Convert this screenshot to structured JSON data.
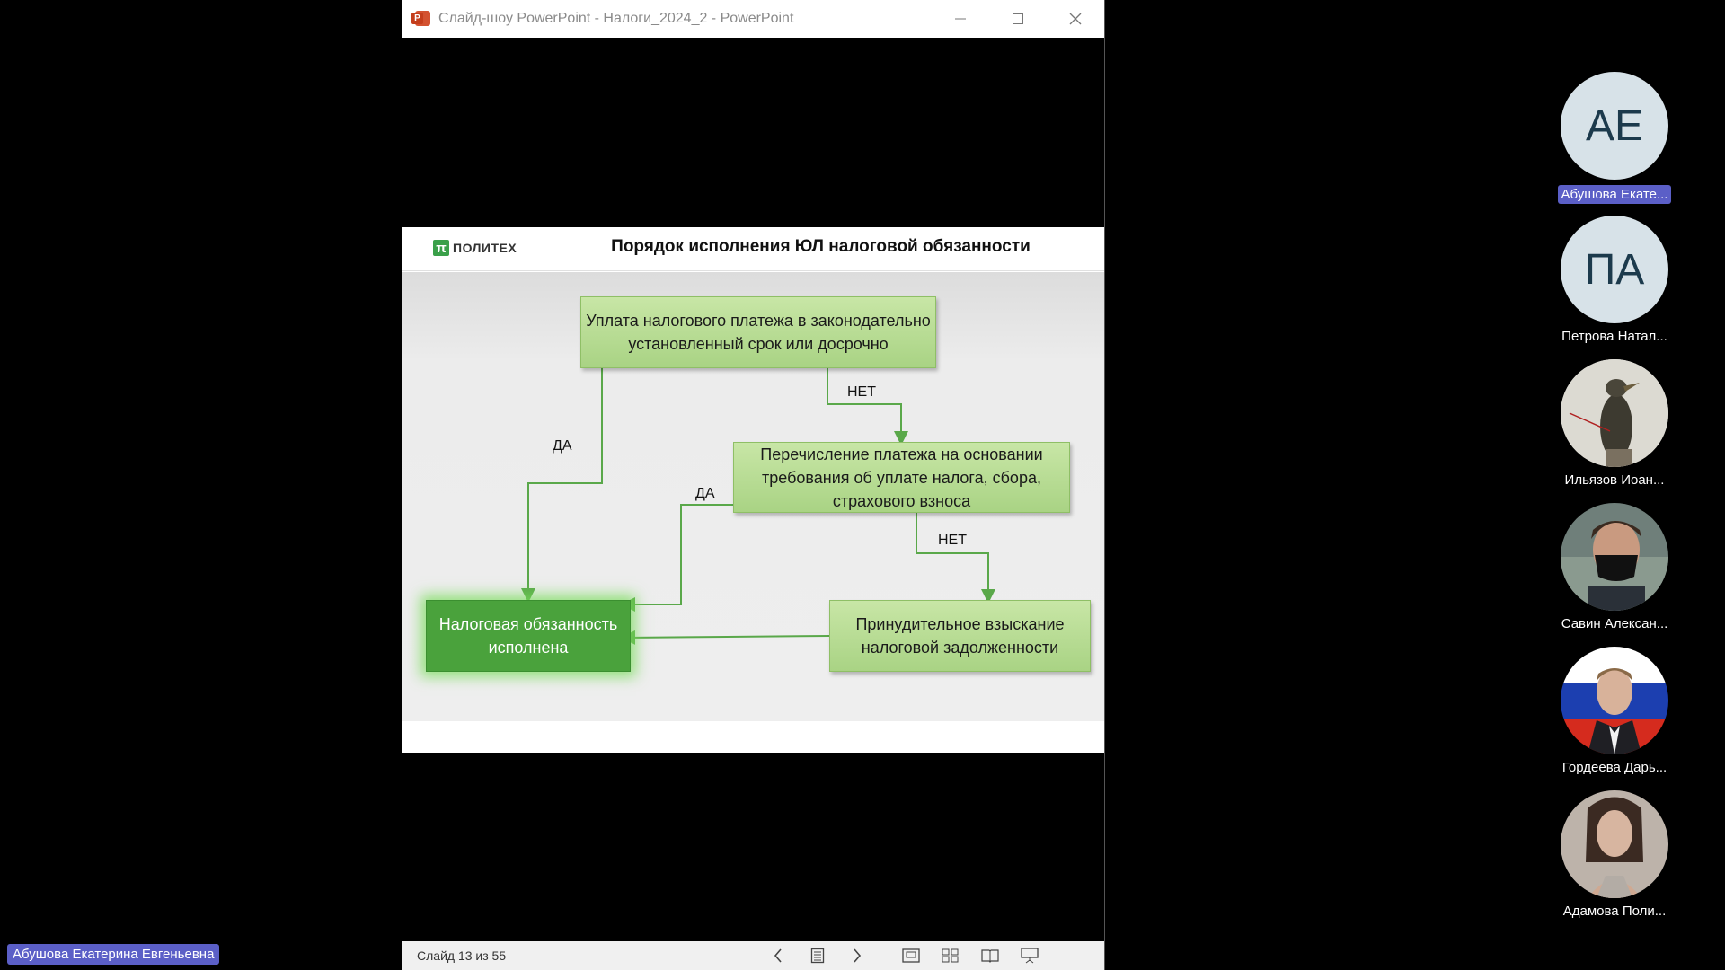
{
  "window": {
    "title": "Слайд-шоу PowerPoint  -  Налоги_2024_2 - PowerPoint",
    "app_icon": "powerpoint-icon",
    "controls": [
      "minimize-icon",
      "maximize-icon",
      "close-icon"
    ]
  },
  "slide": {
    "logo_text": "ПОЛИТЕХ",
    "logo_mark": "π",
    "title": "Порядок исполнения ЮЛ налоговой обязанности",
    "boxes": {
      "payment": "Уплата налогового платежа в законодательно установленный срок или досрочно",
      "transfer": "Перечисление платежа на основании требования об уплате налога, сбора, страхового взноса",
      "enforced": "Принудительное взыскание налоговой задолженности",
      "fulfilled": "Налоговая обязанность исполнена"
    },
    "labels": {
      "yes1": "ДА",
      "no1": "НЕТ",
      "yes2": "ДА",
      "no2": "НЕТ"
    },
    "colors": {
      "box": "#b5dc92",
      "final": "#4aa23c",
      "arrow": "#5aa84a"
    }
  },
  "statusbar": {
    "counter": "Слайд 13 из 55",
    "icons": [
      "prev-icon",
      "notes-icon",
      "next-icon",
      "normal-view-icon",
      "slide-sorter-icon",
      "reading-view-icon",
      "slideshow-icon"
    ]
  },
  "participants": [
    {
      "initials": "АЕ",
      "name": "Абушова Екате...",
      "active": true
    },
    {
      "initials": "ПА",
      "name": "Петрова Натал..."
    },
    {
      "name": "Ильязов Иоан..."
    },
    {
      "name": "Савин Алексан..."
    },
    {
      "name": "Гордеева Дарь..."
    },
    {
      "name": "Адамова Поли..."
    }
  ],
  "presenter": "Абушова Екатерина Евгеньевна"
}
